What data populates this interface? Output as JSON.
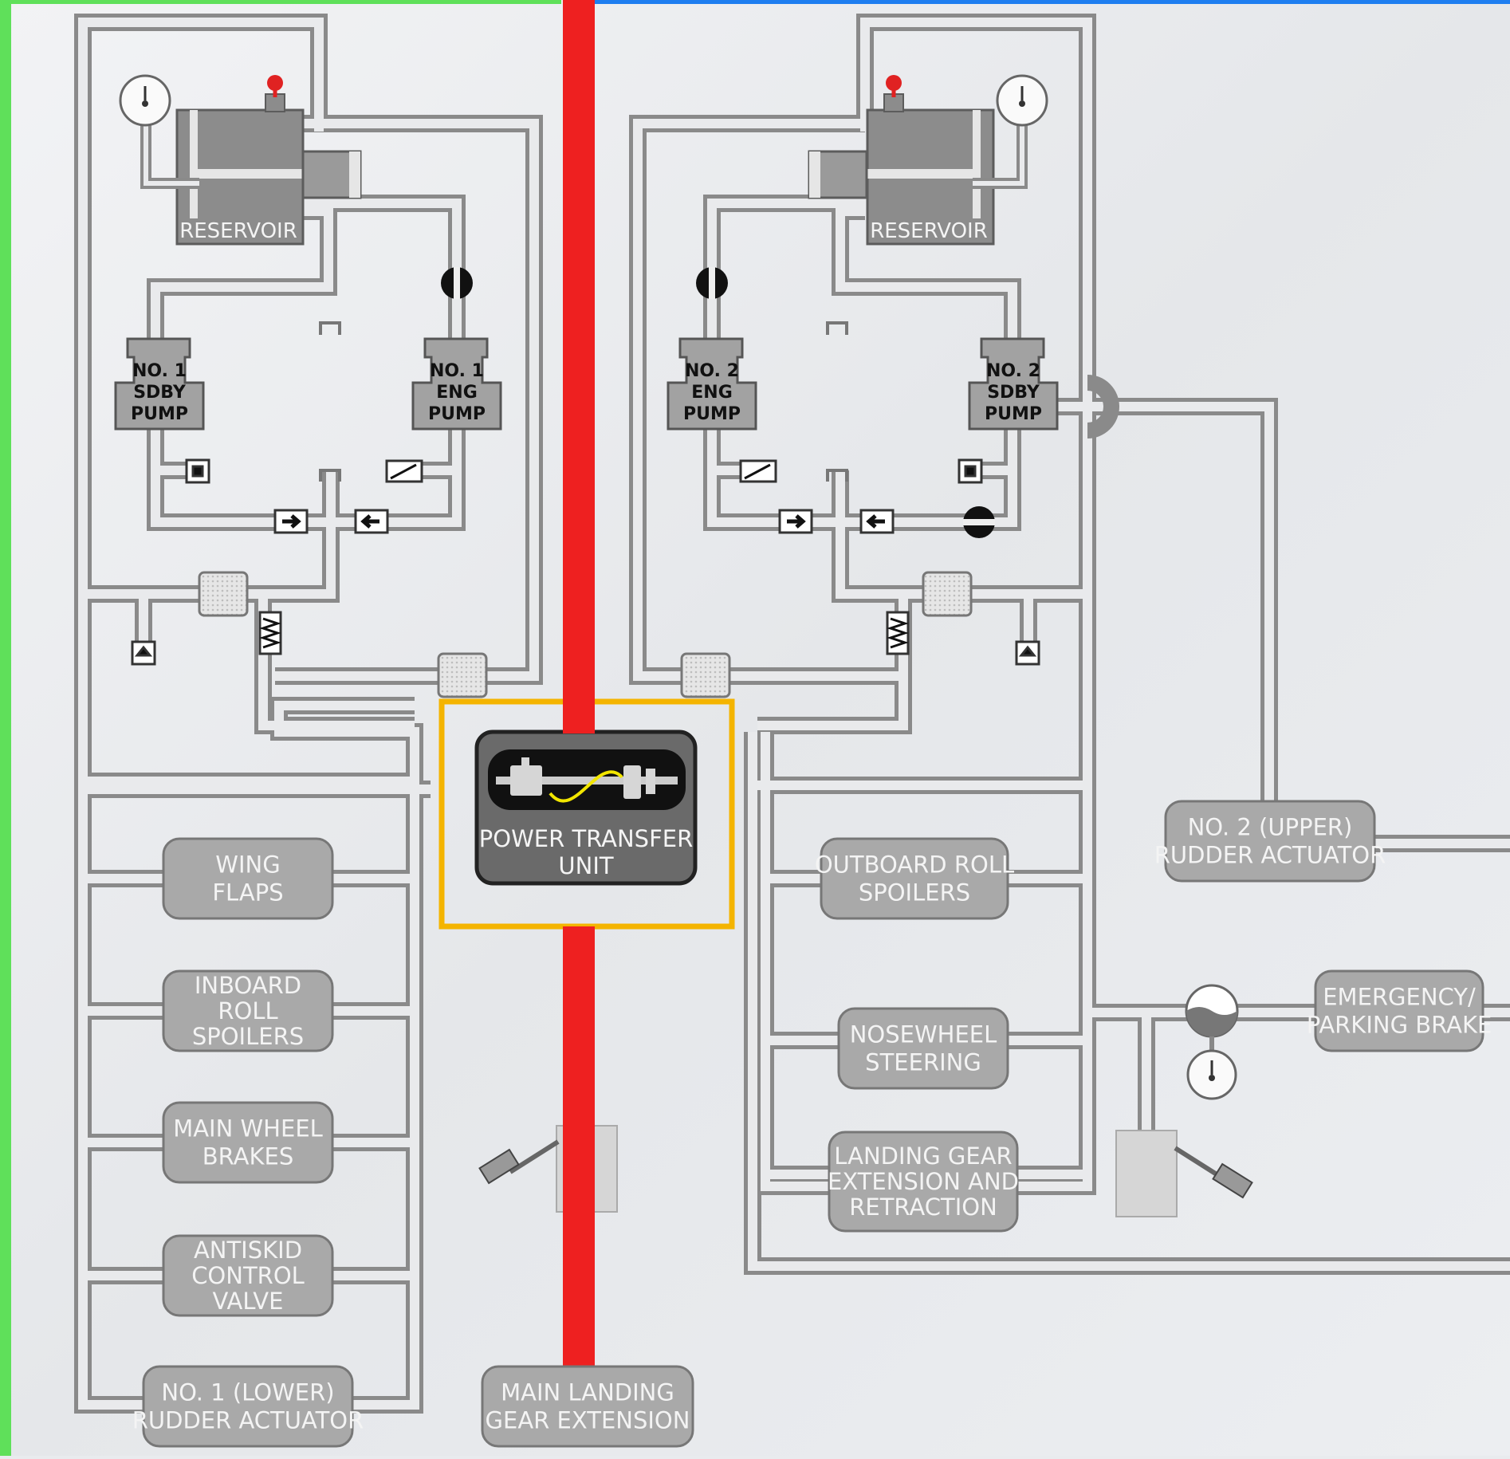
{
  "system_left": {
    "reservoir": "RESERVOIR",
    "standby_pump": [
      "NO. 1",
      "SDBY",
      "PUMP"
    ],
    "engine_pump": [
      "NO. 1",
      "ENG",
      "PUMP"
    ]
  },
  "system_right": {
    "reservoir": "RESERVOIR",
    "engine_pump": [
      "NO. 2",
      "ENG",
      "PUMP"
    ],
    "standby_pump": [
      "NO. 2",
      "SDBY",
      "PUMP"
    ]
  },
  "ptu": [
    "POWER TRANSFER",
    "UNIT"
  ],
  "left_components": [
    [
      "WING",
      "FLAPS"
    ],
    [
      "INBOARD",
      "ROLL",
      "SPOILERS"
    ],
    [
      "MAIN WHEEL",
      "BRAKES"
    ],
    [
      "ANTISKID",
      "CONTROL",
      "VALVE"
    ],
    [
      "NO. 1 (LOWER)",
      "RUDDER ACTUATOR"
    ]
  ],
  "center_component": [
    "MAIN LANDING",
    "GEAR EXTENSION"
  ],
  "right_components": [
    [
      "OUTBOARD ROLL",
      "SPOILERS"
    ],
    [
      "NOSEWHEEL",
      "STEERING"
    ],
    [
      "LANDING GEAR",
      "EXTENSION AND",
      "RETRACTION"
    ]
  ],
  "upper_rudder": [
    "NO. 2 (UPPER)",
    "RUDDER ACTUATOR"
  ],
  "emergency_brake": [
    "EMERGENCY/",
    "PARKING BRAKE"
  ],
  "colors": {
    "left_band": "#5fe05a",
    "right_band": "#1e7ef0",
    "transfer_line": "#ee2020",
    "highlight": "#f4b400",
    "pipe": "#9a9a9a",
    "component_fill": "#a9a9a9"
  }
}
